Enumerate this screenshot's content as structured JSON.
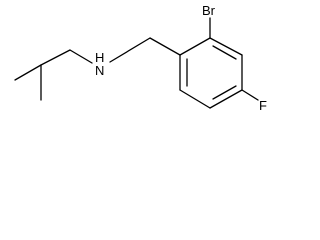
{
  "molecule": {
    "atoms": {
      "bromine": "Br",
      "nitrogen_hydrogen": "H",
      "nitrogen": "N",
      "fluorine": "F"
    }
  }
}
